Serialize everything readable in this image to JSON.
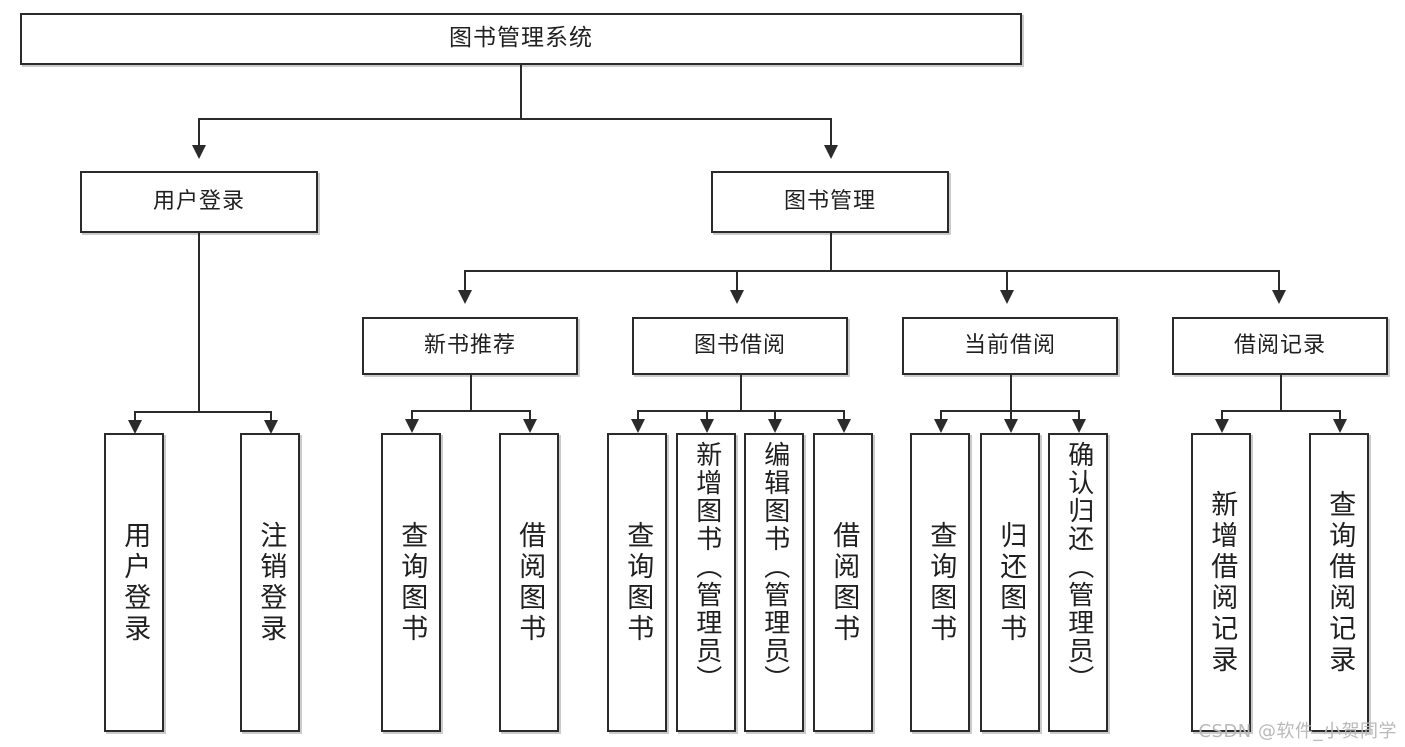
{
  "diagram": {
    "type": "tree",
    "title": "图书管理系统",
    "watermark": "CSDN @软件_小贺同学",
    "colors": {
      "stroke": "#2b2b2b",
      "fill": "#ffffff",
      "text": "#202020",
      "watermark": "#b9b9b9",
      "shadow": "#a0a0a0"
    },
    "root": {
      "label": "图书管理系统"
    },
    "level2": [
      {
        "label": "用户登录"
      },
      {
        "label": "图书管理"
      }
    ],
    "level3": [
      {
        "label": "新书推荐"
      },
      {
        "label": "图书借阅"
      },
      {
        "label": "当前借阅"
      },
      {
        "label": "借阅记录"
      }
    ],
    "leaves": {
      "user_login": [
        {
          "label": "用户登录"
        },
        {
          "label": "注销登录"
        }
      ],
      "new_book_recommend": [
        {
          "label": "查询图书"
        },
        {
          "label": "借阅图书"
        }
      ],
      "book_borrow": [
        {
          "label": "查询图书"
        },
        {
          "label": "新增图书（管理员）"
        },
        {
          "label": "编辑图书（管理员）"
        },
        {
          "label": "借阅图书"
        }
      ],
      "current_borrow": [
        {
          "label": "查询图书"
        },
        {
          "label": "归还图书"
        },
        {
          "label": "确认归还（管理员）"
        }
      ],
      "borrow_record": [
        {
          "label": "新增借阅记录"
        },
        {
          "label": "查询借阅记录"
        }
      ]
    }
  }
}
